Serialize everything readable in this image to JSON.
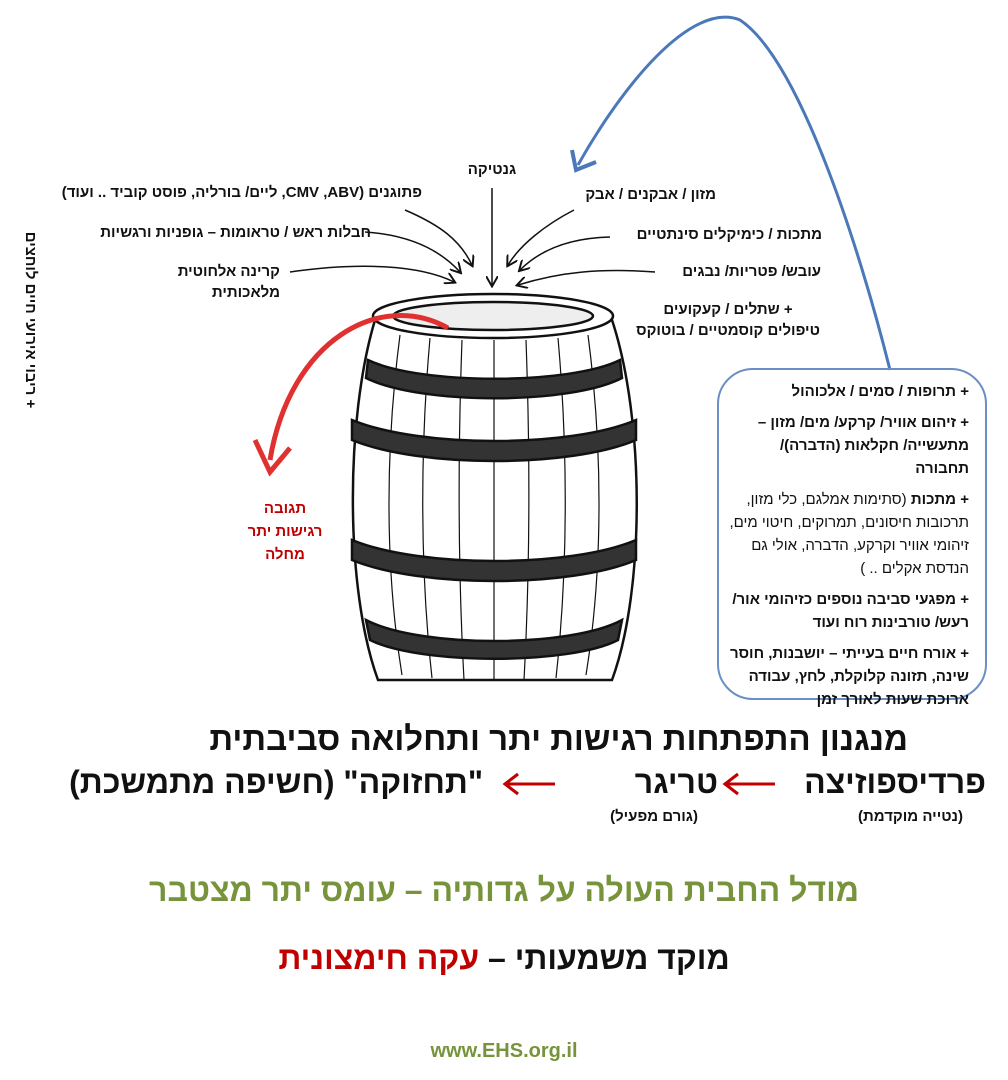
{
  "labels": {
    "genetics": "גנטיקה",
    "pathogens": "פתוגנים  (CMV ,ABV, ליים/ בורליה, פוסט קוביד .. ועוד)",
    "head_trauma": "חבלות ראש  /  טראומות – גופניות ורגשיות",
    "radiation_1": "קרינה אלחוטית",
    "radiation_2": "מלאכותית",
    "food_dust": "מזון / אבקנים / אבק",
    "metals_chem": "מתכות / כימיקלים סינתטיים",
    "mold": "עובש/ פטריות/ נבגים",
    "implants_1": "+ שתלים / קעקועים",
    "implants_2": "טיפולים קוסמטיים / בוטוקס",
    "stress_events": "+ ריבוי אירועי חיים לוחצים",
    "reaction": [
      "תגובה",
      "רגישות יתר",
      "מחלה"
    ]
  },
  "box": {
    "item1": "+ תרופות / סמים / אלכוהול",
    "item2": "+ זיהום אוויר/ קרקע/ מים/ מזון – מתעשייה/ חקלאות (הדברה)/ תחבורה",
    "item3_bold": "+ מתכות",
    "item3_rest": " (סתימות אמלגם, כלי מזון, תרכובות חיסונים, תמרוקים, חיטוי מים, זיהומי אוויר וקרקע, הדברה, אולי גם הנדסת אקלים .. )",
    "item4": "+  מפגעי סביבה נוספים כזיהומי אור/ רעש/ טורבינות רוח ועוד",
    "item5": "+  אורח חיים בעייתי – יושבנות, חוסר שינה, תזונה קלוקלת, לחץ, עבודה ארוכת שעות לאורך זמן"
  },
  "title": "מנגנון התפתחות רגישות יתר ותחלואה סביבתית",
  "flow": {
    "step1": "פרדיספוזיצה",
    "step1_sub": "(נטייה מוקדמת)",
    "step2": "טריגר",
    "step2_sub": "(גורם מפעיל)",
    "step3": "\"תחזוקה\" (חשיפה מתמשכת)"
  },
  "model": "מודל החבית העולה על גדותיה – עומס יתר מצטבר",
  "focus_prefix": "מוקד משמעותי – ",
  "focus_highlight": "עקה חימצונית",
  "website": "www.EHS.org.il",
  "colors": {
    "green": "#77933c",
    "red": "#c00000",
    "blue": "#4a78b8",
    "arrow_red": "#e03030"
  }
}
